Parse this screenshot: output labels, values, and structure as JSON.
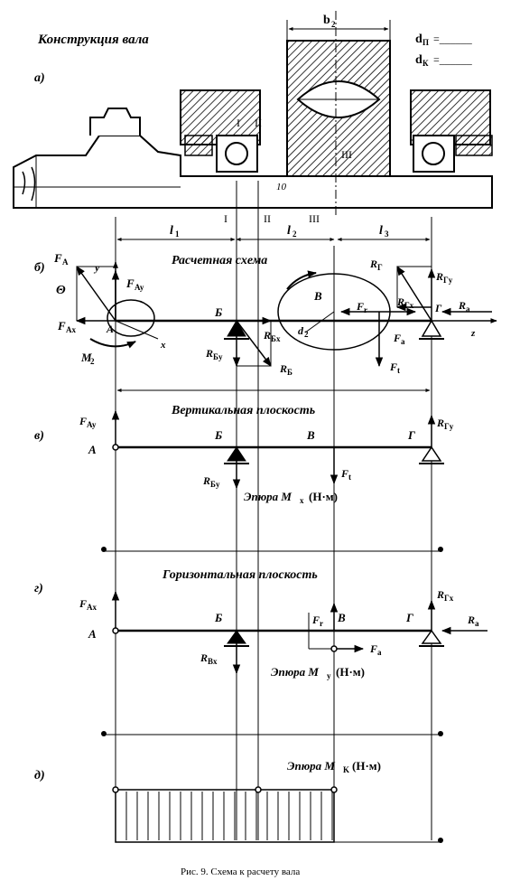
{
  "header": {
    "title": "Конструкция вала",
    "dim_b2": "b",
    "dim_b2_sub": "2",
    "d_p_label": "d",
    "d_p_sub": "П",
    "d_k_label": "d",
    "d_k_sub": "К",
    "eq_blank": "=______"
  },
  "panels": {
    "a": "а)",
    "b": "б)",
    "v": "в)",
    "g": "г)",
    "d": "д)"
  },
  "sections": {
    "s1": "I",
    "s2": "II",
    "s3": "III",
    "ten": "10"
  },
  "lengths": {
    "l1": "l",
    "l1_sub": "1",
    "l2": "l",
    "l2_sub": "2",
    "l3": "l",
    "l3_sub": "3"
  },
  "scheme": {
    "title": "Расчетная схема",
    "FA": "F",
    "FA_sub": "A",
    "FAy": "F",
    "FAy_sub": "Ay",
    "FAx": "F",
    "FAx_sub": "Ax",
    "theta": "Θ",
    "y": "y",
    "x": "x",
    "z": "z",
    "pointA": "A",
    "pointB": "Б",
    "pointV": "В",
    "pointG": "Г",
    "M2": "M",
    "M2_sub": "2",
    "RBy": "R",
    "RBy_sub": "Бy",
    "RBx": "R",
    "RBx_sub": "Бx",
    "RB": "R",
    "RB_sub": "Б",
    "d2": "d",
    "d2_sub": "2",
    "Fr": "F",
    "Fr_sub": "r",
    "Fa": "F",
    "Fa_sub": "a",
    "Ft": "F",
    "Ft_sub": "t",
    "RG": "R",
    "RG_sub": "Г",
    "RGy": "R",
    "RGy_sub": "Гy",
    "RGx": "R",
    "RGx_sub": "Гx",
    "Ra": "R",
    "Ra_sub": "a"
  },
  "vertical": {
    "title": "Вертикальная плоскость",
    "epure": "Эпюра M",
    "epure_sub": "x",
    "epure_unit": "(Н·м)",
    "FAy": "F",
    "FAy_sub": "Ay",
    "RBy": "R",
    "RBy_sub": "Бy",
    "RGy": "R",
    "RGy_sub": "Гy",
    "Ft": "F",
    "Ft_sub": "t",
    "A": "A",
    "B": "Б",
    "V": "В",
    "G": "Г"
  },
  "horizontal": {
    "title": "Горизонтальная плоскость",
    "epure": "Эпюра M",
    "epure_sub": "y",
    "epure_unit": "(Н·м)",
    "FAx": "F",
    "FAx_sub": "Ax",
    "RBx": "R",
    "RBx_sub": "Вx",
    "RGx": "R",
    "RGx_sub": "Гx",
    "Fr": "F",
    "Fr_sub": "r",
    "Fa": "F",
    "Fa_sub": "a",
    "Ra": "R",
    "Ra_sub": "a",
    "A": "A",
    "B": "Б",
    "V": "В",
    "G": "Г"
  },
  "torque": {
    "epure": "Эпюра M",
    "epure_sub": "K",
    "epure_unit": "(Н·м)"
  },
  "caption": "Рис. 9. Схема к расчету вала"
}
